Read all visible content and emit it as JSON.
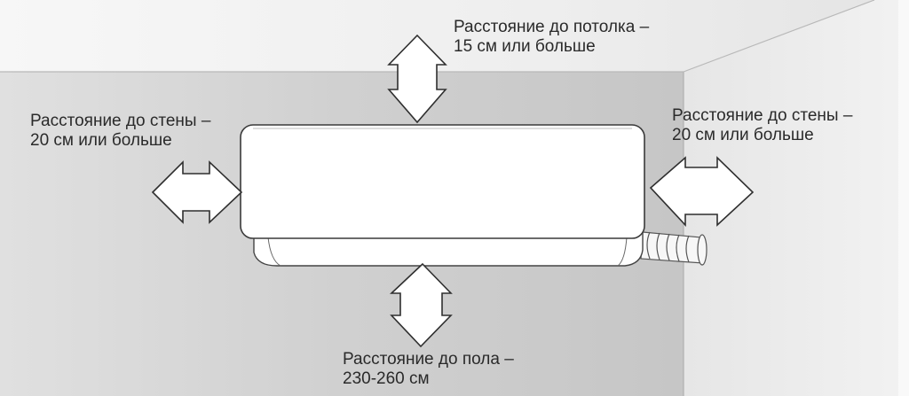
{
  "diagram": {
    "title": "Air conditioner indoor unit installation clearances",
    "labels": {
      "ceiling": {
        "line1": "Расстояние до потолка –",
        "line2": "15 см или больше"
      },
      "left_wall": {
        "line1": "Расстояние до стены –",
        "line2": "20 см или больше"
      },
      "right_wall": {
        "line1": "Расстояние до стены –",
        "line2": "20 см или больше"
      },
      "floor": {
        "line1": "Расстояние до пола –",
        "line2": "230-260 см"
      }
    },
    "icons": {
      "ceiling_arrow": "double-arrow-vertical",
      "floor_arrow": "double-arrow-vertical",
      "left_arrow": "double-arrow-horizontal",
      "right_arrow": "double-arrow-horizontal",
      "unit": "air-conditioner-indoor-unit",
      "pipe": "drain-pipe"
    },
    "colors": {
      "ceiling": "#f2f2f2",
      "back_wall": "#cfcfcf",
      "side_wall": "#ececec",
      "outline": "#333333",
      "text": "#2a2a2a"
    }
  }
}
